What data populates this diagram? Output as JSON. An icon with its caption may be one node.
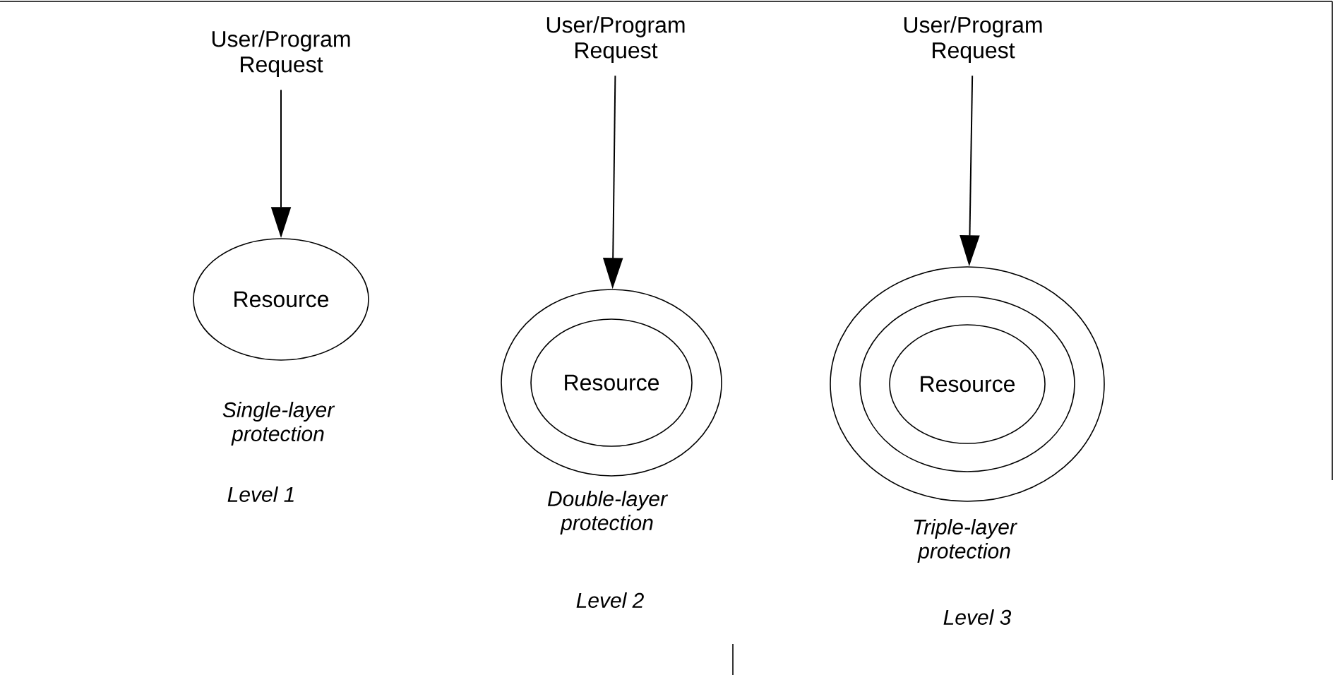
{
  "diagram": {
    "nodes": [
      {
        "text": [
          "User/Program Request"
        ]
      },
      {
        "text": [
          "Resource"
        ],
        "beside": [
          "Single-layer protection"
        ]
      },
      {
        "text": [
          "User/Program Request"
        ]
      },
      {
        "text": [],
        "shape": "ellipse",
        "beside": [
          "Double-layer protection"
        ]
      },
      {
        "text": [
          "Resource"
        ],
        "in": 3
      },
      {
        "text": [
          "User/Program Request"
        ]
      },
      {
        "text": [],
        "shape": "ellipse",
        "beside": [
          "Triple-layer protection"
        ]
      },
      {
        "text": [],
        "shape": "ellipse",
        "in": 6
      },
      {
        "text": [
          "Resource"
        ],
        "in": 7
      }
    ],
    "edges": [
      {
        "from": 0,
        "to": 1,
        "arrow": "to"
      },
      {
        "from": 2,
        "to": 3,
        "arrow": "to"
      },
      {
        "from": 5,
        "to": 6,
        "arrow": "to"
      }
    ],
    "labels": [
      "Level 1",
      "Level 2",
      "Level 3"
    ]
  }
}
